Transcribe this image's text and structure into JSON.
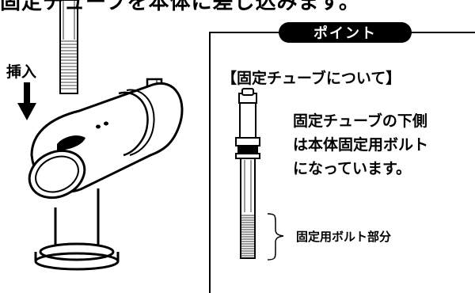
{
  "top_caption": "固定チューブを本体に差し込みます。",
  "insert_label": "挿入",
  "point": {
    "badge": "ポイント",
    "title": "【固定チューブについて】",
    "description_lines": [
      "固定チューブの下側",
      "は本体固定用ボルト",
      "になっています。"
    ],
    "bolt_label": "固定用ボルト部分"
  }
}
